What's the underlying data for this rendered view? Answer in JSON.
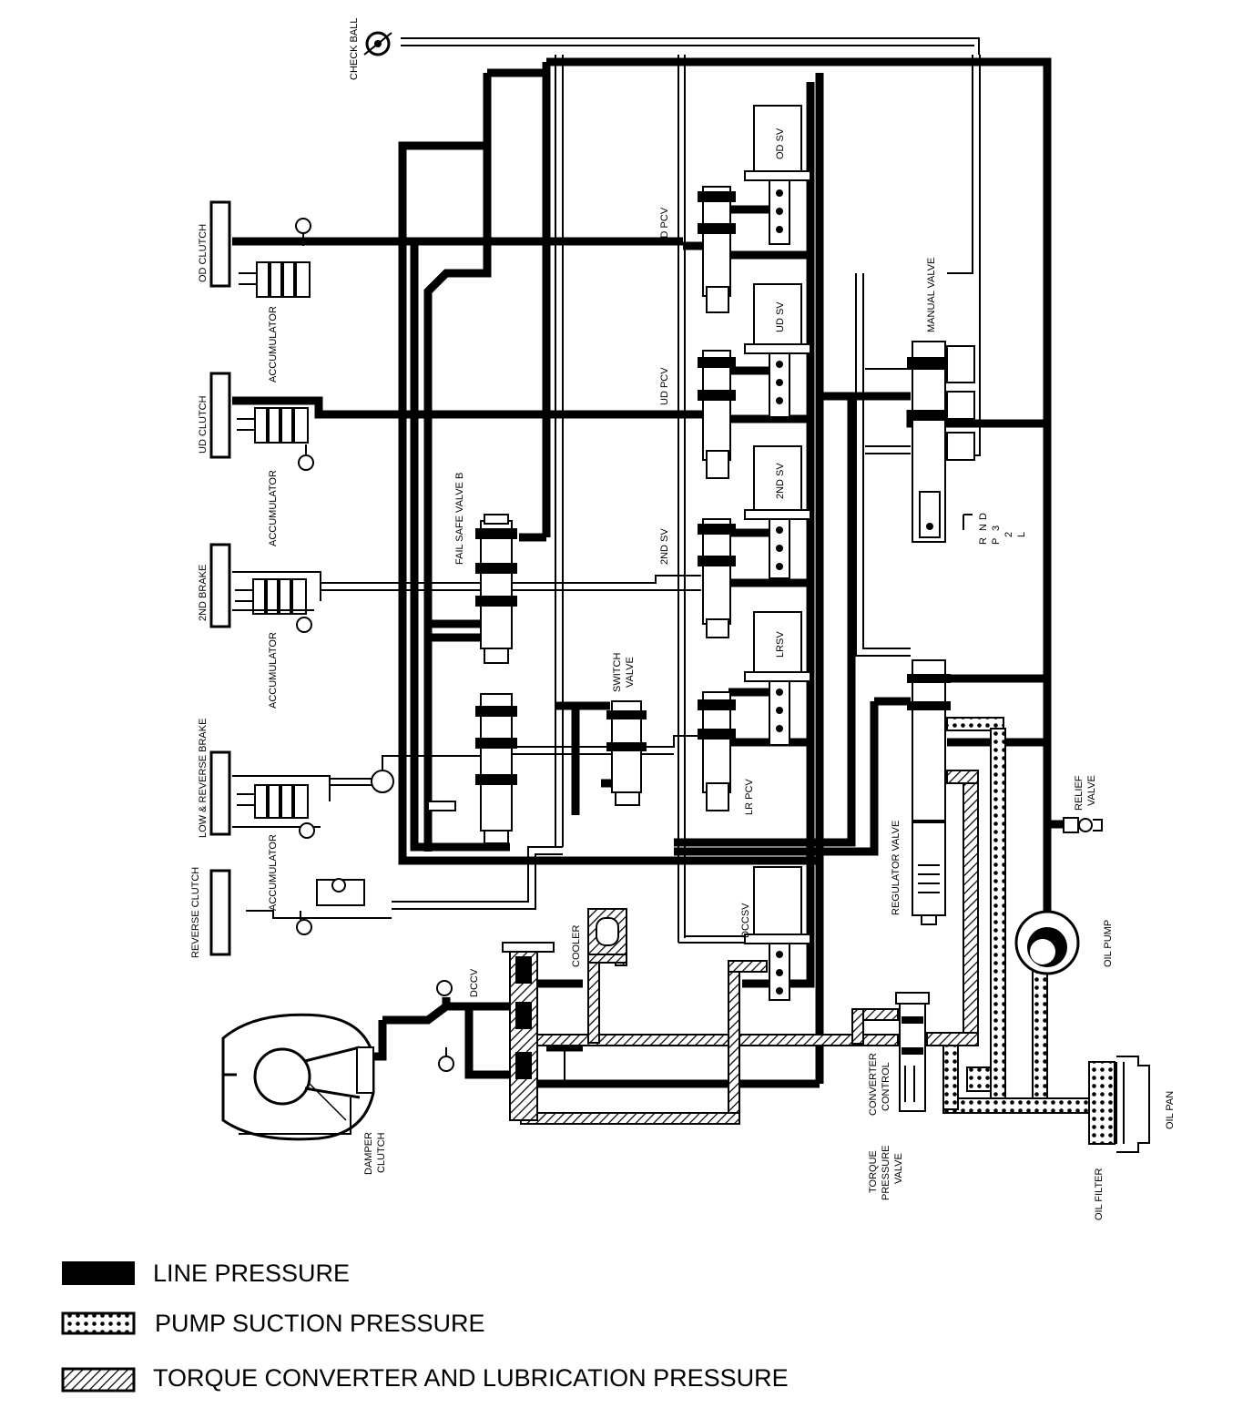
{
  "labels": {
    "check_ball": "CHECK BALL",
    "od_clutch": "OD CLUTCH",
    "accumulator_1": "ACCUMULATOR",
    "ud_clutch": "UD CLUTCH",
    "accumulator_2": "ACCUMULATOR",
    "brake_2nd": "2ND BRAKE",
    "accumulator_3": "ACCUMULATOR",
    "low_reverse_brake": "LOW & REVERSE BRAKE",
    "accumulator_4": "ACCUMULATOR",
    "reverse_clutch": "REVERSE CLUTCH",
    "fail_safe_valve_b": "FAIL SAFE VALVE B",
    "switch_valve_1": "SWITCH",
    "switch_valve_2": "VALVE",
    "od_pcv": "OD PCV",
    "od_sv": "OD SV",
    "ud_pcv": "UD PCV",
    "ud_sv": "UD SV",
    "sv_2nd_a": "2ND SV",
    "sv_2nd_b": "2ND SV",
    "lr_sv": "LRSV",
    "lr_pcv": "LR PCV",
    "dccsv": "DCCSV",
    "manual_valve": "MANUAL VALVE",
    "gear_r": "R",
    "gear_n": "N",
    "gear_d": "D",
    "gear_p": "P",
    "gear_3": "3",
    "gear_2": "2",
    "gear_l": "L",
    "regulator_valve": "REGULATOR VALVE",
    "relief_valve_1": "RELIEF",
    "relief_valve_2": "VALVE",
    "oil_pump": "OIL PUMP",
    "cooler": "COOLER",
    "dccv": "DCCV",
    "damper_clutch_1": "DAMPER",
    "damper_clutch_2": "CLUTCH",
    "converter_control_1": "CONVERTER",
    "converter_control_2": "CONTROL",
    "torque_pressure_valve_1": "TORQUE",
    "torque_pressure_valve_2": "PRESSURE",
    "torque_pressure_valve_3": "VALVE",
    "oil_filter": "OIL FILTER",
    "oil_pan": "OIL PAN"
  },
  "legend": {
    "line_pressure": "LINE PRESSURE",
    "pump_suction_pressure": "PUMP SUCTION PRESSURE",
    "torque_converter_lubrication": "TORQUE CONVERTER AND LUBRICATION PRESSURE"
  },
  "colors": {
    "ink": "#000000",
    "paper": "#ffffff"
  }
}
